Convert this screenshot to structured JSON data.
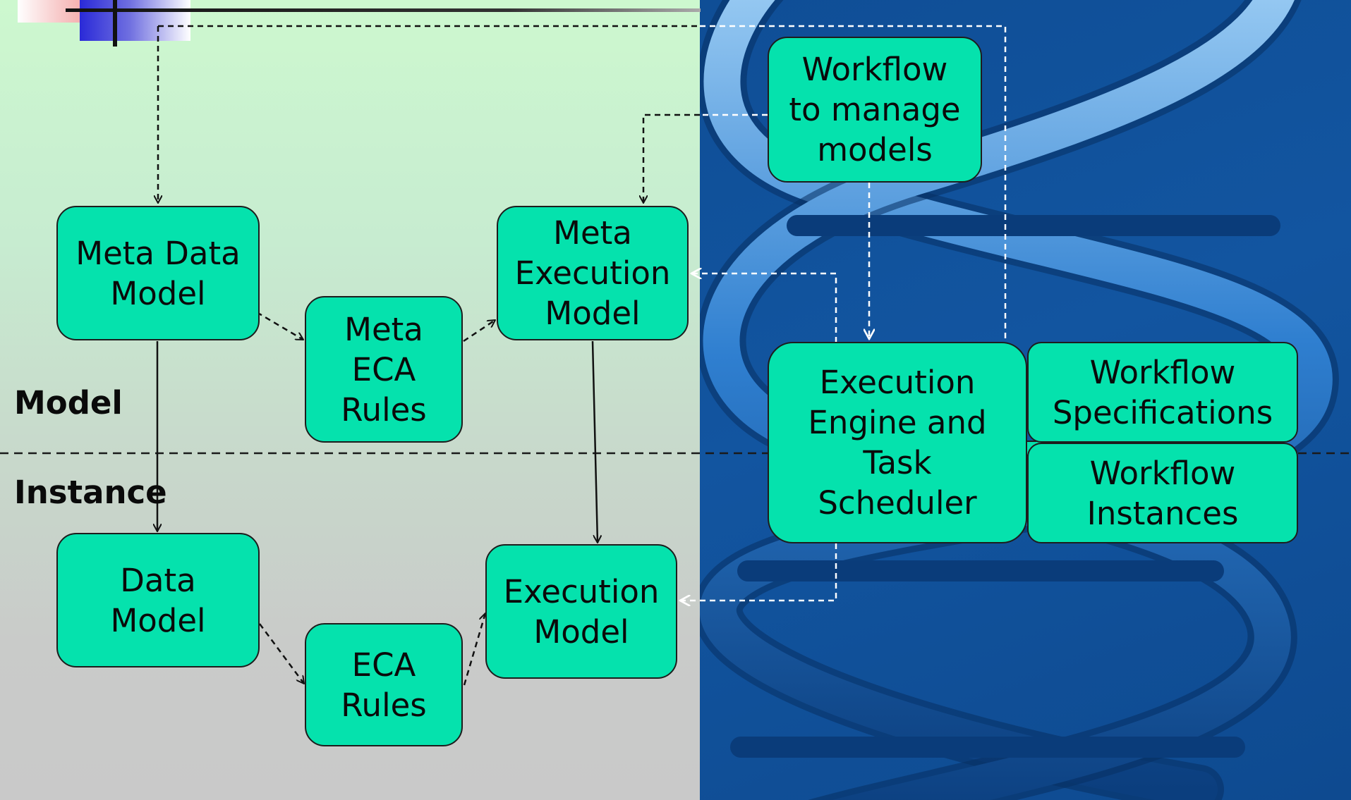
{
  "sections": {
    "model_label": "Model",
    "instance_label": "Instance"
  },
  "boxes": {
    "meta_data_model": "Meta Data\nModel",
    "meta_eca_rules": "Meta\nECA\nRules",
    "meta_execution_model": "Meta\nExecution\nModel",
    "workflow_manage": "Workflow\nto manage\nmodels",
    "execution_engine": "Execution\nEngine and\nTask\nScheduler",
    "workflow_specifications": "Workflow\nSpecifications",
    "workflow_instances": "Workflow\nInstances",
    "data_model": "Data\nModel",
    "eca_rules": "ECA\nRules",
    "execution_model": "Execution\nModel"
  },
  "colors": {
    "box_fill": "#05e2ad",
    "box_border": "#1d1d1d",
    "left_bg_top": "#cdf8cf",
    "left_bg_bottom": "#c9c9c9",
    "right_bg": "#1255a0",
    "helix": "#3a8ad6"
  },
  "decor": {
    "corner_logo": "slide-corner-squares",
    "helix": "dna-helix-background"
  }
}
